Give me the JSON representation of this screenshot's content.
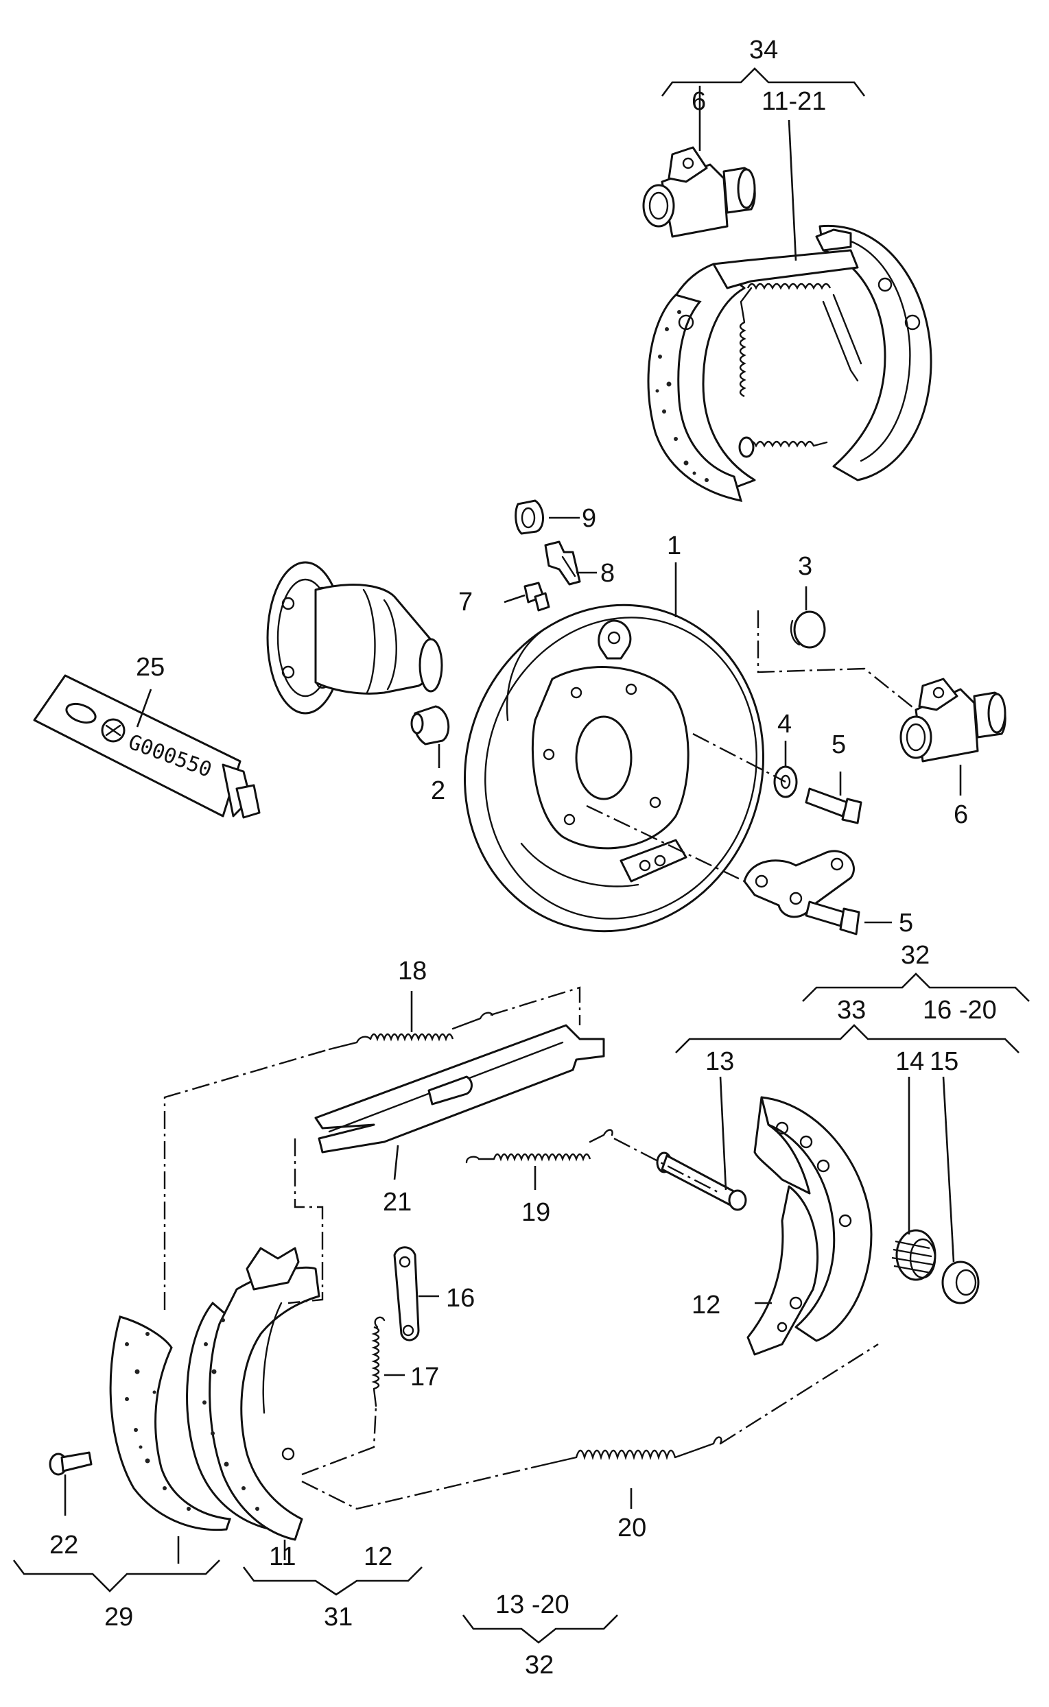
{
  "labels": {
    "l34": "34",
    "l6a": "6",
    "l11_21": "11-21",
    "l9": "9",
    "l8": "8",
    "l7": "7",
    "l1": "1",
    "l3": "3",
    "l25": "25",
    "l4": "4",
    "l5a": "5",
    "l6b": "6",
    "l2": "2",
    "l5b": "5",
    "l18": "18",
    "l32a": "32",
    "l33": "33",
    "l16_20": "16 -20",
    "l13": "13",
    "l14": "14",
    "l15": "15",
    "l21": "21",
    "l19": "19",
    "l16": "16",
    "l12a": "12",
    "l17": "17",
    "l20": "20",
    "l22": "22",
    "l11": "11",
    "l12b": "12",
    "l29": "29",
    "l31": "31",
    "l13_20": "13 -20",
    "l32b": "32"
  },
  "tube_text": "G000550"
}
